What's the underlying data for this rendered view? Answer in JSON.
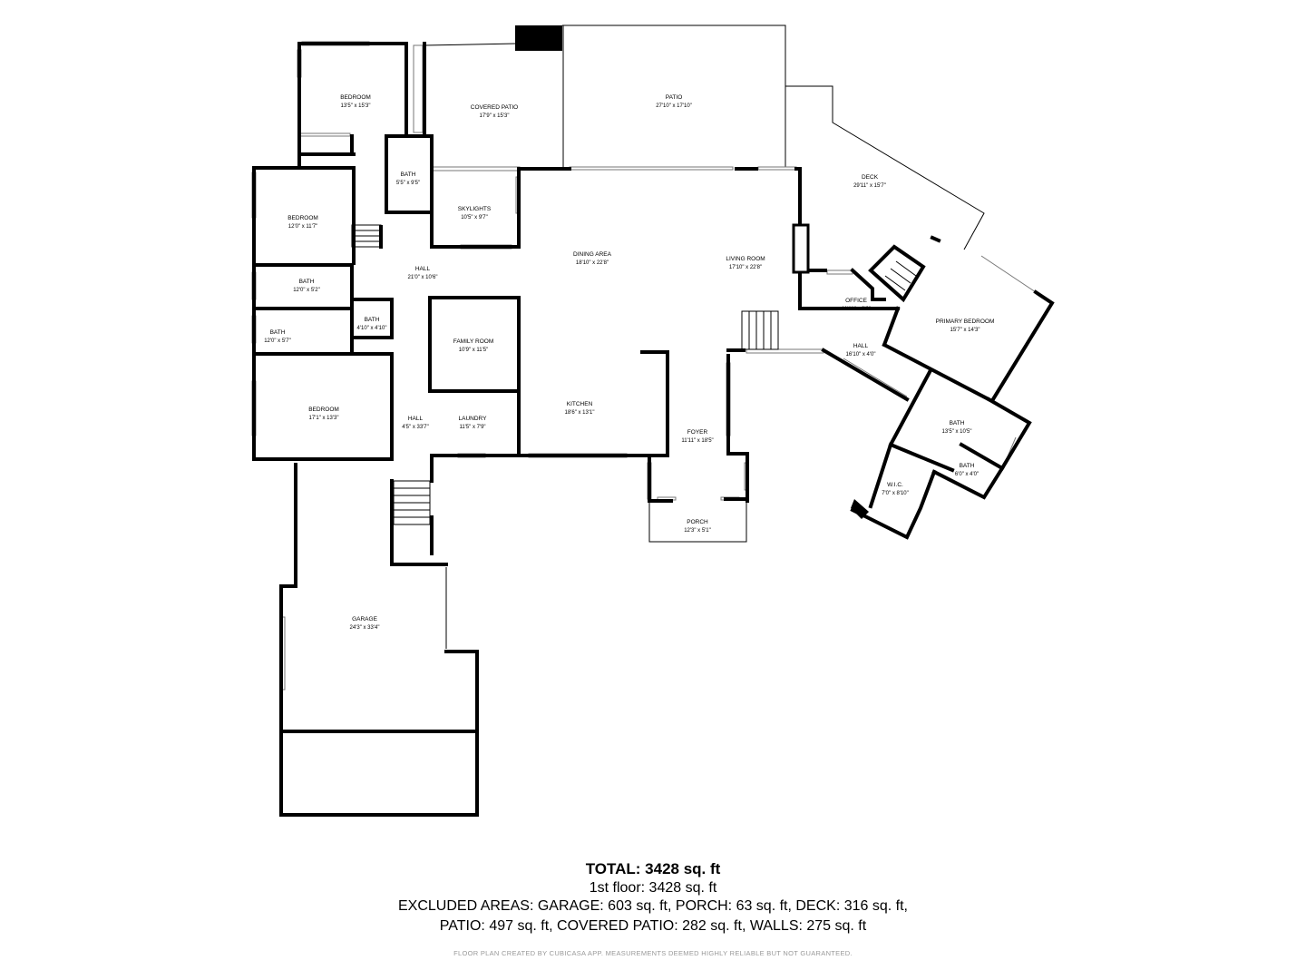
{
  "rooms": {
    "bedroom1": {
      "name": "BEDROOM",
      "dim": "13'5\" x 15'3\""
    },
    "covered_patio": {
      "name": "COVERED PATIO",
      "dim": "17'9\" x 15'3\""
    },
    "patio": {
      "name": "PATIO",
      "dim": "27'10\" x 17'10\""
    },
    "deck": {
      "name": "DECK",
      "dim": "29'11\" x 15'7\""
    },
    "bath1": {
      "name": "BATH",
      "dim": "5'5\" x 9'5\""
    },
    "bedroom2": {
      "name": "BEDROOM",
      "dim": "12'0\" x 11'7\""
    },
    "skylights": {
      "name": "SKYLIGHTS",
      "dim": "10'5\" x 9'7\""
    },
    "dining": {
      "name": "DINING AREA",
      "dim": "18'10\" x 22'8\""
    },
    "living": {
      "name": "LIVING ROOM",
      "dim": "17'10\" x 22'8\""
    },
    "hall1": {
      "name": "HALL",
      "dim": "21'0\" x 10'6\""
    },
    "bath2": {
      "name": "BATH",
      "dim": "12'0\" x 5'2\""
    },
    "office": {
      "name": "OFFICE",
      "dim": "11'11\" x 3'9\""
    },
    "primary_bedroom": {
      "name": "PRIMARY BEDROOM",
      "dim": "15'7\" x 14'3\""
    },
    "bath3": {
      "name": "BATH",
      "dim": "4'10\" x 4'10\""
    },
    "bath4": {
      "name": "BATH",
      "dim": "12'0\" x 5'7\""
    },
    "family_room": {
      "name": "FAMILY ROOM",
      "dim": "10'9\" x 11'5\""
    },
    "hall2": {
      "name": "HALL",
      "dim": "16'10\" x 4'0\""
    },
    "kitchen": {
      "name": "KITCHEN",
      "dim": "18'6\" x 13'1\""
    },
    "bedroom3": {
      "name": "BEDROOM",
      "dim": "17'1\" x 13'3\""
    },
    "hall3": {
      "name": "HALL",
      "dim": "4'5\" x 33'7\""
    },
    "laundry": {
      "name": "LAUNDRY",
      "dim": "11'5\" x 7'9\""
    },
    "foyer": {
      "name": "FOYER",
      "dim": "11'11\" x 18'5\""
    },
    "bath5": {
      "name": "BATH",
      "dim": "13'5\" x 10'5\""
    },
    "bath6": {
      "name": "BATH",
      "dim": "6'0\" x 4'0\""
    },
    "wic": {
      "name": "W.I.C.",
      "dim": "7'0\" x 8'10\""
    },
    "porch": {
      "name": "PORCH",
      "dim": "12'3\" x 5'1\""
    },
    "garage": {
      "name": "GARAGE",
      "dim": "24'3\" x 33'4\""
    }
  },
  "summary": {
    "total": "TOTAL: 3428 sq. ft",
    "floor1": "1st floor: 3428 sq. ft",
    "excluded_line1": "EXCLUDED AREAS: GARAGE: 603 sq. ft, PORCH: 63 sq. ft, DECK: 316 sq. ft,",
    "excluded_line2": "PATIO: 497 sq. ft, COVERED PATIO: 282 sq. ft, WALLS: 275 sq. ft",
    "footer": "FLOOR PLAN CREATED BY CUBICASA APP. MEASUREMENTS DEEMED HIGHLY RELIABLE BUT NOT GUARANTEED."
  }
}
